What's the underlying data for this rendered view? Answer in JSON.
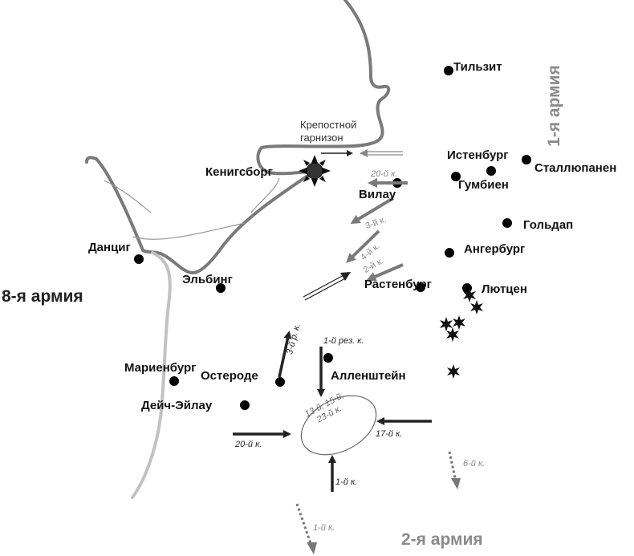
{
  "map": {
    "title": "",
    "armies": {
      "army8": "8-я армия",
      "army1": "1-я армия",
      "army2": "2-я армия"
    },
    "cities": {
      "tilsit": "Тильзит",
      "istenburg": "Истенбург",
      "stallupanen": "Сталлюпанен",
      "gumbien": "Гумбиен",
      "goldap": "Гольдап",
      "angerburg": "Ангербург",
      "lyutsen": "Лютцен",
      "rastenburg": "Растенбург",
      "vilau": "Вилау",
      "konigsberg": "Кенигсборг",
      "danzig": "Данциг",
      "elbing": "Эльбинг",
      "marienburg": "Мариенбург",
      "osterode": "Остероде",
      "deutsch_eylau": "Дейч-Эйлау",
      "allenstein": "Алленштейн"
    },
    "notes": {
      "fortress_garrison_line1": "Крепостной",
      "fortress_garrison_line2": "гарнизон",
      "encircled_line1": "13-й, 15-й,",
      "encircled_line2": "23-й к."
    },
    "corps": {
      "c20_north": "20-й к.",
      "c3": "3-й к.",
      "c4": "4-й к.",
      "c2": "2-й к.",
      "c3res": "3-й р. к.",
      "c1res": "1-й рез. к.",
      "c20_south": "20-й к.",
      "c17": "17-й к.",
      "c1": "1-й к.",
      "c6": "6-й к.",
      "c1_russian": "1-й к."
    },
    "colors": {
      "coast": "#7a7a7a",
      "river": "#b5b5b5",
      "german_arrow": "#222222",
      "russian_arrow": "#777777",
      "city_dot": "#000000"
    }
  }
}
